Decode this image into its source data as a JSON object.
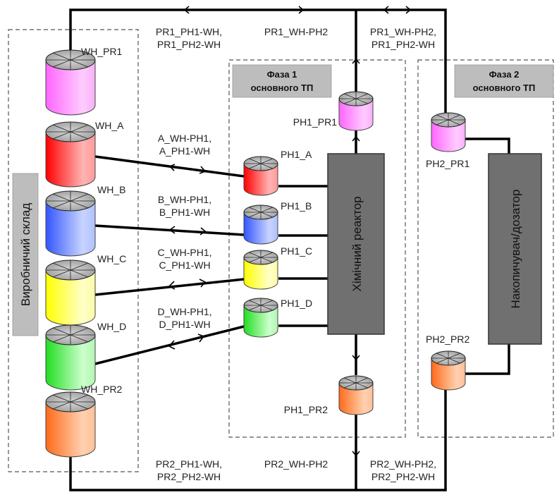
{
  "colors": {
    "pipe": "#000000",
    "dashed": "#555555",
    "label_default": "#222222",
    "magenta": "#e000e0",
    "green": "#1a7f1a",
    "red": "#d40000",
    "blue": "#1a1ab0",
    "box_fill": "#707070",
    "title_fill": "#bdbdbd"
  },
  "zones": {
    "warehouse_label": "Виробничий склад",
    "phase1_title": [
      "Фаза 1",
      "основного ТП"
    ],
    "phase2_title": [
      "Фаза 2",
      "основного ТП"
    ]
  },
  "units": {
    "reactor_label": "Хімічний реактор",
    "accumulator_label": "Накопичувач/дозатор"
  },
  "tanks": [
    {
      "id": "WH_PR1",
      "label": "WH_PR1",
      "color": "magenta"
    },
    {
      "id": "WH_A",
      "label": "WH_A",
      "color": "red"
    },
    {
      "id": "WH_B",
      "label": "WH_B",
      "color": "blue"
    },
    {
      "id": "WH_C",
      "label": "WH_C",
      "color": "yellow"
    },
    {
      "id": "WH_D",
      "label": "WH_D",
      "color": "green"
    },
    {
      "id": "WH_PR2",
      "label": "WH_PR2",
      "color": "orange"
    },
    {
      "id": "PH1_PR1",
      "label": "PH1_PR1",
      "color": "magenta"
    },
    {
      "id": "PH1_A",
      "label": "PH1_A",
      "color": "red"
    },
    {
      "id": "PH1_B",
      "label": "PH1_B",
      "color": "blue"
    },
    {
      "id": "PH1_C",
      "label": "PH1_C",
      "color": "yellow"
    },
    {
      "id": "PH1_D",
      "label": "PH1_D",
      "color": "green"
    },
    {
      "id": "PH1_PR2",
      "label": "PH1_PR2",
      "color": "orange"
    },
    {
      "id": "PH2_PR1",
      "label": "PH2_PR1",
      "color": "magenta"
    },
    {
      "id": "PH2_PR2",
      "label": "PH2_PR2",
      "color": "orange"
    }
  ],
  "flow_labels": {
    "top_left": [
      {
        "text": "PR1_PH1-WH,",
        "color": "label_default"
      },
      {
        "text": "PR1_PH2-WH",
        "color": "green"
      }
    ],
    "top_mid": [
      {
        "text": "PR1_WH-PH2",
        "color": "magenta"
      }
    ],
    "top_right": [
      {
        "text": "PR1_WH-PH2,",
        "color": "magenta"
      },
      {
        "text": "PR1_PH2-WH",
        "color": "green"
      }
    ],
    "a": [
      {
        "text": "A_WH-PH1,",
        "color": "label_default"
      },
      {
        "text": "A_PH1-WH",
        "color": "label_default"
      }
    ],
    "b": [
      {
        "text": "B_WH-PH1,",
        "color": "label_default"
      },
      {
        "text": "B_PH1-WH",
        "color": "label_default"
      }
    ],
    "c": [
      {
        "text": "C_WH-PH1,",
        "color": "label_default"
      },
      {
        "text": "C_PH1-WH",
        "color": "label_default"
      }
    ],
    "d": [
      {
        "text": "D_WH-PH1,",
        "color": "label_default"
      },
      {
        "text": "D_PH1-WH",
        "color": "label_default"
      }
    ],
    "bottom_left": [
      {
        "text": "PR2_PH1-WH,",
        "color": "label_default"
      },
      {
        "text": "PR2_PH2-WH",
        "color": "blue"
      }
    ],
    "bottom_mid": [
      {
        "text": "PR2_WH-PH2",
        "color": "red"
      }
    ],
    "bottom_right": [
      {
        "text": "PR2_WH-PH2,",
        "color": "red"
      },
      {
        "text": "PR2_PH2-WH",
        "color": "blue"
      }
    ]
  }
}
